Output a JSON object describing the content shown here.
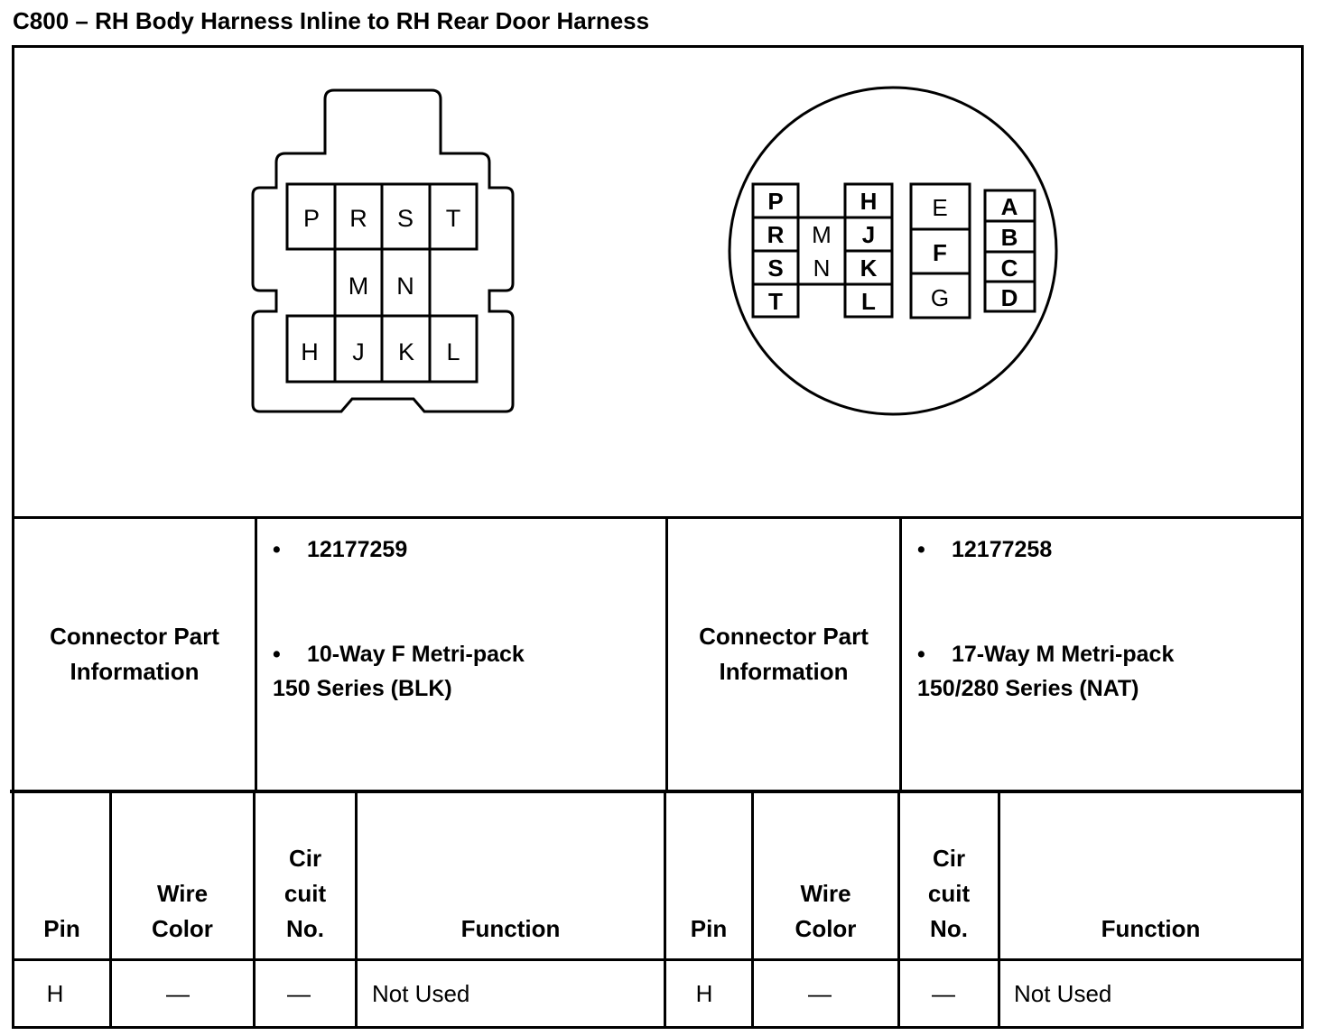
{
  "title": "C800 – RH Body Harness Inline to RH Rear Door Harness",
  "connector_left": {
    "pins_top": [
      "P",
      "R",
      "S",
      "T"
    ],
    "pins_mid": [
      "M",
      "N"
    ],
    "pins_bottom": [
      "H",
      "J",
      "K",
      "L"
    ]
  },
  "connector_right": {
    "col1": [
      "P",
      "R",
      "S",
      "T"
    ],
    "col2": [
      "M",
      "N"
    ],
    "col3": [
      "H",
      "J",
      "K",
      "L"
    ],
    "col4": [
      "E",
      "F",
      "G"
    ],
    "col5": [
      "A",
      "B",
      "C",
      "D"
    ]
  },
  "info": {
    "label_line1": "Connector Part",
    "label_line2": "Information",
    "left": {
      "bullet": "•",
      "part_number": "12177259",
      "description_line1": "10-Way F Metri-pack",
      "description_line2": "150 Series (BLK)"
    },
    "right": {
      "bullet": "•",
      "part_number": "12177258",
      "description_line1": "17-Way M Metri-pack",
      "description_line2": "150/280 Series (NAT)"
    }
  },
  "table": {
    "headers": {
      "pin": "Pin",
      "wire_line1": "Wire",
      "wire_line2": "Color",
      "circuit_line1": "Cir",
      "circuit_line2": "cuit",
      "circuit_line3": "No.",
      "function": "Function"
    },
    "left_row": {
      "pin": "H",
      "wire": "—",
      "circuit": "—",
      "function": "Not Used"
    },
    "right_row": {
      "pin": "H",
      "wire": "—",
      "circuit": "—",
      "function": "Not Used"
    }
  }
}
